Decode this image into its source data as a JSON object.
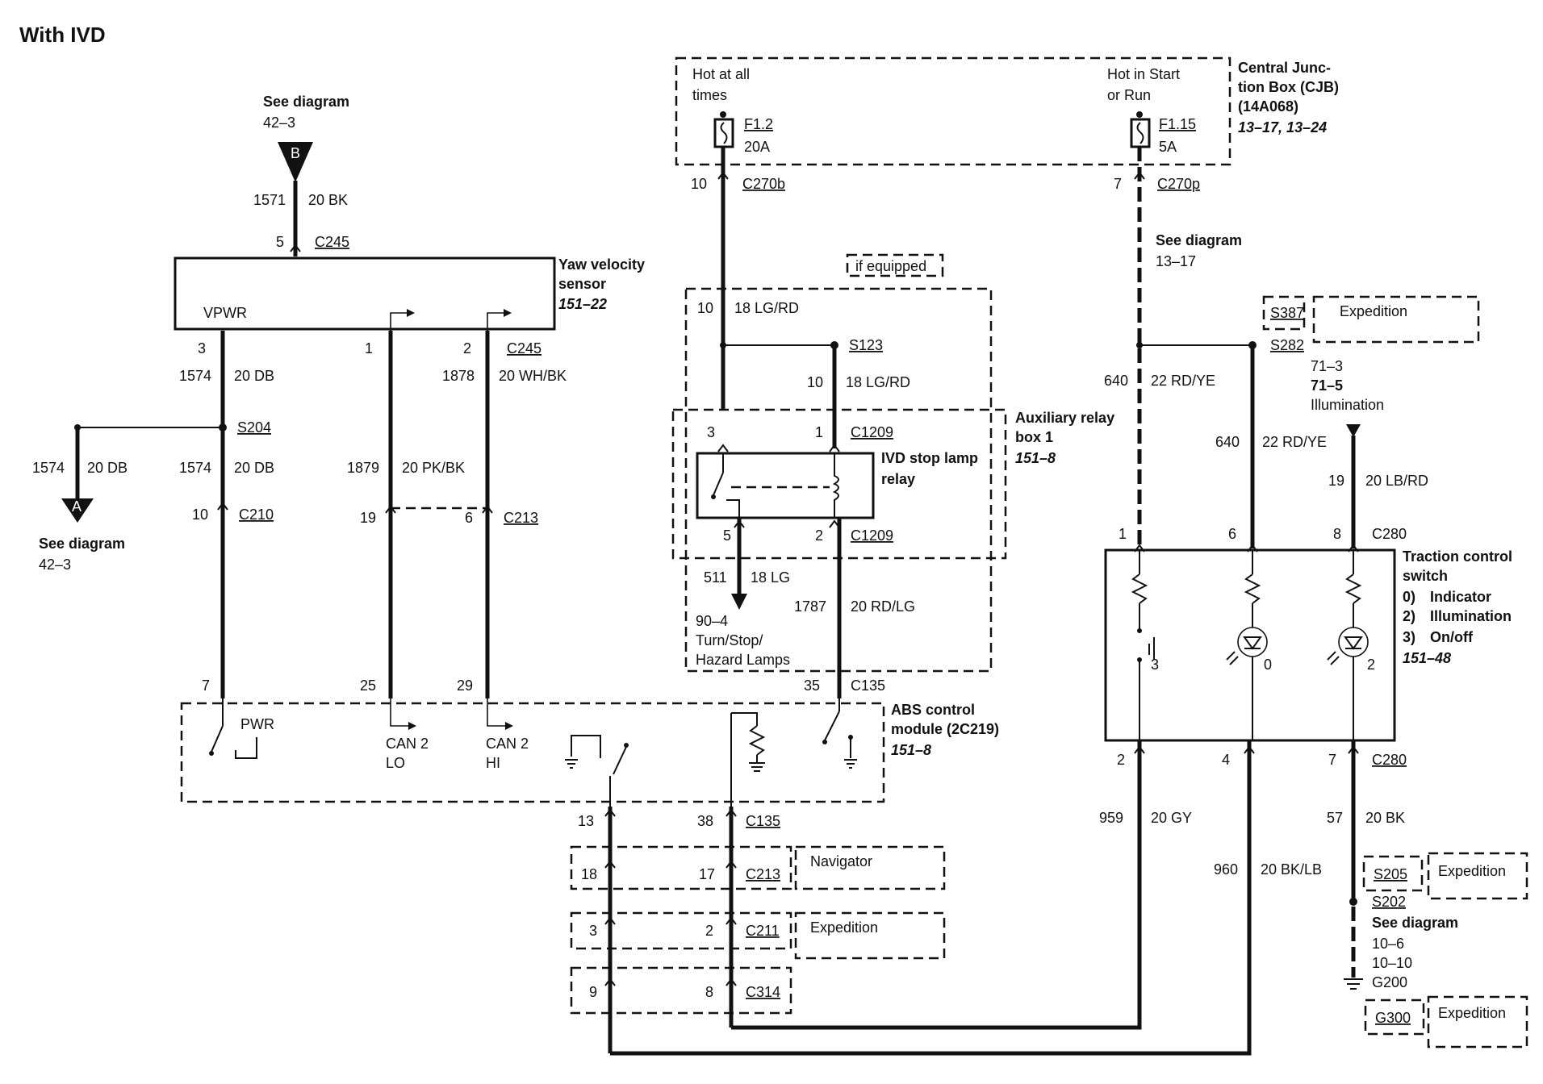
{
  "title": "With IVD",
  "refs": {
    "see_diagram": "See diagram",
    "b_page": "42–3",
    "a_page": "42–3",
    "page_13_17": "13–17",
    "page_71_3": "71–3",
    "page_71_5": "71–5",
    "illumination": "Illumination",
    "page_90_4": "90–4",
    "turn_stop": "Turn/Stop/",
    "hazard": "Hazard Lamps",
    "page_10_6": "10–6",
    "page_10_10": "10–10"
  },
  "connectors": {
    "B": "B",
    "A": "A"
  },
  "cjb": {
    "name_1": "Central Junc-",
    "name_2": "tion Box (CJB)",
    "part": "(14A068)",
    "pages": "13–17, 13–24",
    "hot_always_1": "Hot at all",
    "hot_always_2": "times",
    "hot_run_1": "Hot in Start",
    "hot_run_2": "or Run",
    "fuse1_name": "F1.2",
    "fuse1_amp": "20A",
    "fuse2_name": "F1.15",
    "fuse2_amp": "5A"
  },
  "yaw": {
    "name_1": "Yaw velocity",
    "name_2": "sensor",
    "page": "151–22",
    "vpwr": "VPWR"
  },
  "relay": {
    "if_equipped": "if equipped",
    "box_1": "Auxiliary relay",
    "box_2": "box 1",
    "box_page": "151–8",
    "relay_1": "IVD stop lamp",
    "relay_2": "relay"
  },
  "abs": {
    "name_1": "ABS control",
    "name_2": "module (2C219)",
    "page": "151–8",
    "pwr": "PWR",
    "can_lo_1": "CAN 2",
    "can_lo_2": "LO",
    "can_hi_1": "CAN 2",
    "can_hi_2": "HI"
  },
  "tcs": {
    "name_1": "Traction control",
    "name_2": "switch",
    "item_0_num": "0)",
    "item_0": "Indicator",
    "item_2_num": "2)",
    "item_2": "Illumination",
    "item_3_num": "3)",
    "item_3": "On/off",
    "page": "151–48",
    "term_3": "3",
    "term_0": "0",
    "term_2": "2"
  },
  "variants": {
    "navigator": "Navigator",
    "expedition": "Expedition"
  },
  "labels": {
    "c245_top": "C245",
    "pin_5": "5",
    "c1571": "1571",
    "w20bk_top": "20 BK",
    "p3": "3",
    "p1": "1",
    "p2": "2",
    "c245_bot": "C245",
    "c1574a": "1574",
    "w20db_a": "20 DB",
    "c1878": "1878",
    "w20whbk": "20 WH/BK",
    "s204": "S204",
    "c1574_left": "1574",
    "w20db_left": "20 DB",
    "c1574b": "1574",
    "w20db_b": "20 DB",
    "c1879": "1879",
    "w20pkbk": "20 PK/BK",
    "p10_c210": "10",
    "c210": "C210",
    "p19_c213": "19",
    "p6_c213": "6",
    "c213_top": "C213",
    "p7_abs": "7",
    "p25_abs": "25",
    "p29_abs": "29",
    "p35_abs": "35",
    "c135_top": "C135",
    "p10_c270": "10",
    "c270b": "C270b",
    "p7_c270": "7",
    "c270p": "C270p",
    "p10_lgrd_a": "10",
    "w18lgrd_a": "18 LG/RD",
    "s123": "S123",
    "p10_lgrd_b": "10",
    "w18lgrd_b": "18 LG/RD",
    "p3_relay": "3",
    "p1_relay": "1",
    "c1209_top": "C1209",
    "p5_relay": "5",
    "p2_relay": "2",
    "c1209_bot": "C1209",
    "c511": "511",
    "w18lg": "18 LG",
    "c1787": "1787",
    "w20rdlg": "20 RD/LG",
    "s387": "S387",
    "s282": "S282",
    "c640a": "640",
    "w22rdye_a": "22 RD/YE",
    "c640b": "640",
    "w22rdye_b": "22 RD/YE",
    "c19": "19",
    "w20lbrd": "20 LB/RD",
    "p1_c280": "1",
    "p6_c280": "6",
    "p8_c280": "8",
    "c280_top": "C280",
    "p2_c280": "2",
    "p4_c280": "4",
    "p7_c280": "7",
    "c280_bot": "C280",
    "c959": "959",
    "w20gy": "20 GY",
    "c960": "960",
    "w20bklb": "20 BK/LB",
    "c57": "57",
    "w20bk_bot": "20 BK",
    "s205": "S205",
    "s202": "S202",
    "g200": "G200",
    "g300": "G300",
    "p13_c135": "13",
    "p38_c135": "38",
    "c135_bot": "C135",
    "p18_c213": "18",
    "p17_c213": "17",
    "c213_bot": "C213",
    "p3_c211": "3",
    "p2_c211": "2",
    "c211": "C211",
    "p9_c314": "9",
    "p8_c314": "8",
    "c314": "C314"
  }
}
